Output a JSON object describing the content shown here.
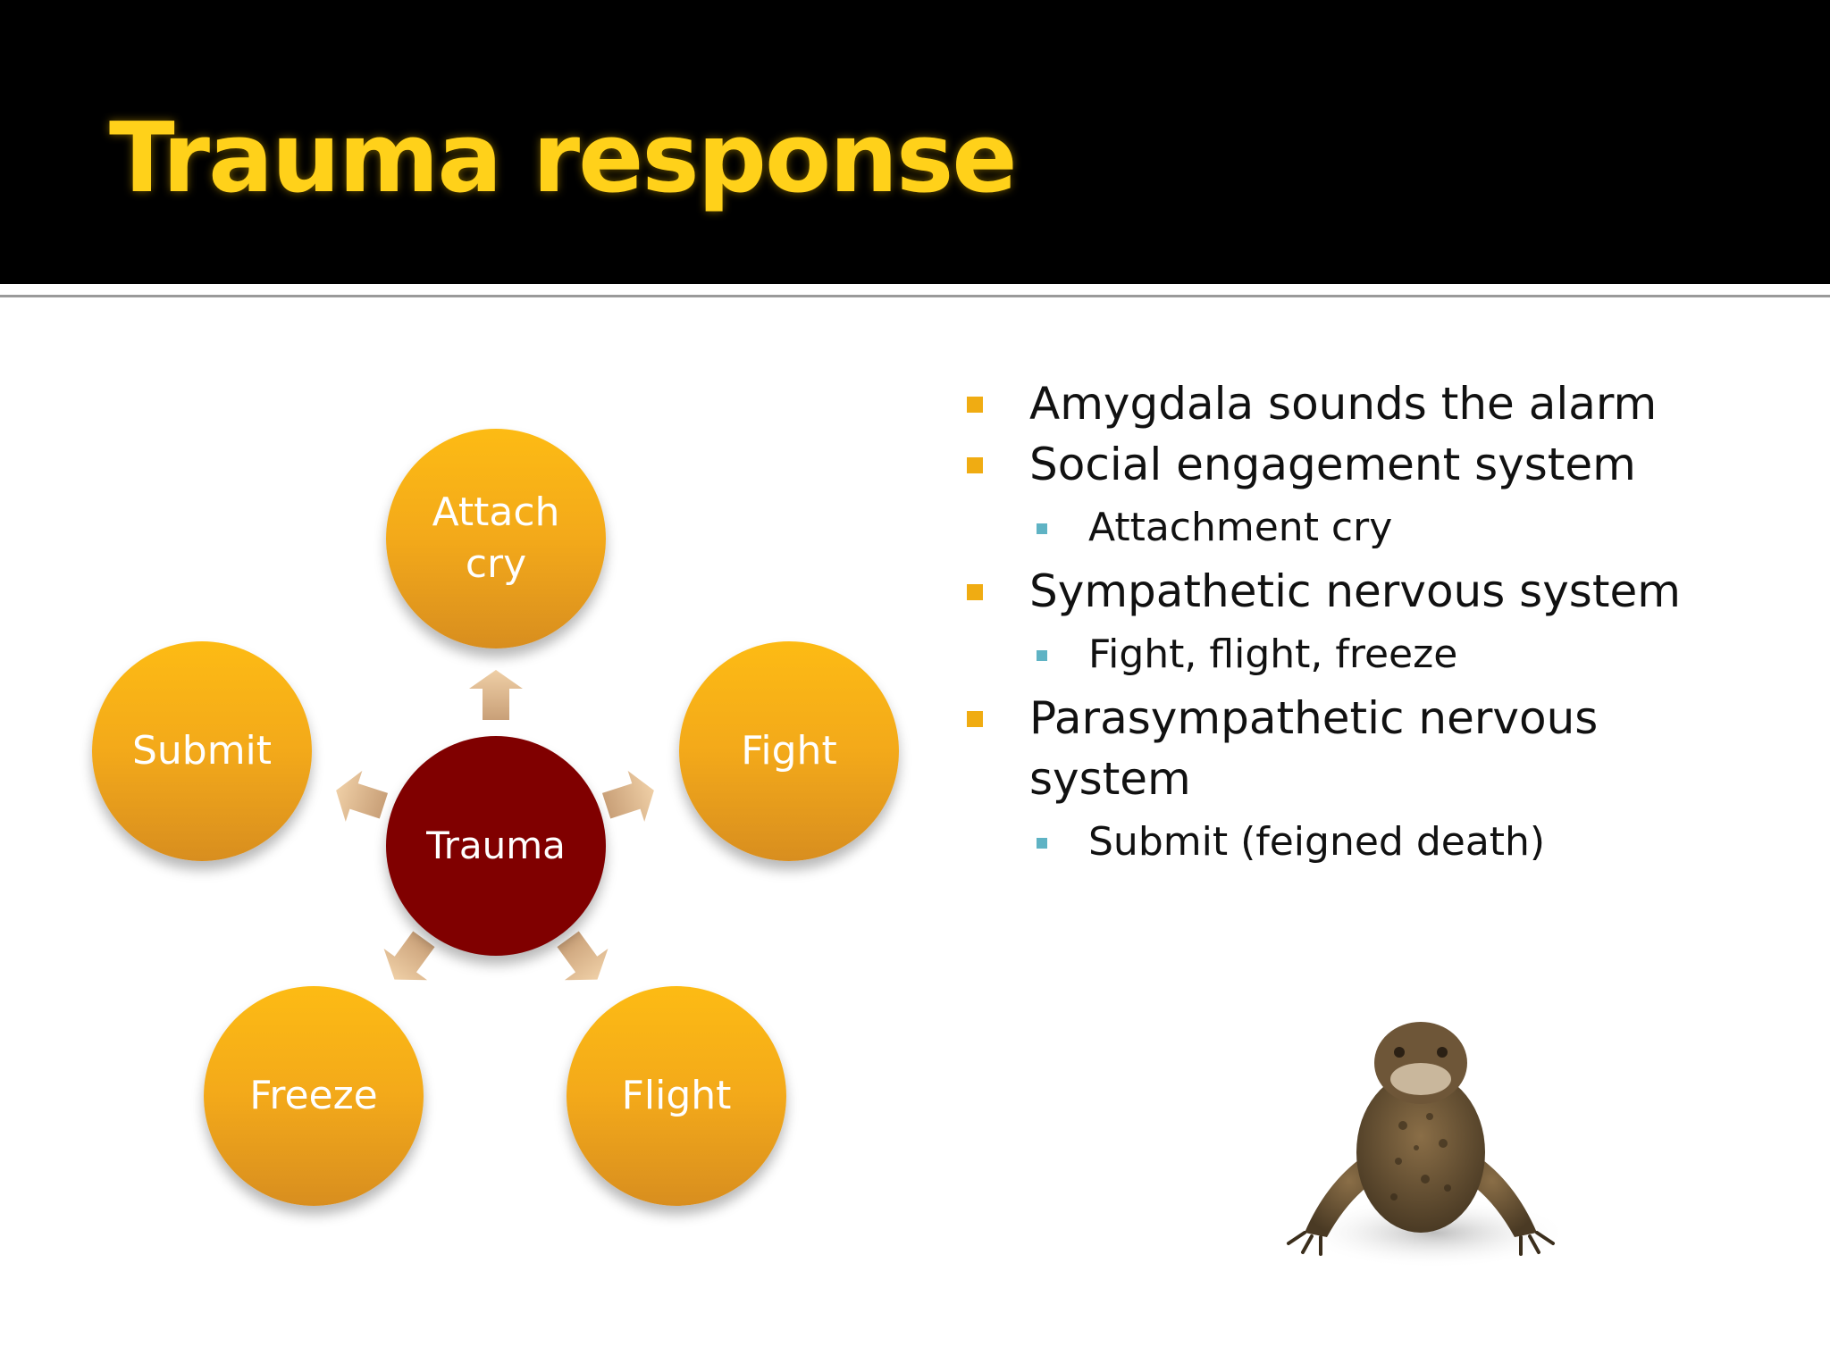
{
  "slide": {
    "title": "Trauma response"
  },
  "diagram": {
    "center": "Trauma",
    "nodes": [
      {
        "label": "Attach\ncry"
      },
      {
        "label": "Fight"
      },
      {
        "label": "Flight"
      },
      {
        "label": "Freeze"
      },
      {
        "label": "Submit"
      }
    ]
  },
  "bullets": [
    {
      "text": "Amygdala sounds the alarm",
      "sub": []
    },
    {
      "text": "Social engagement system",
      "sub": [
        "Attachment cry"
      ]
    },
    {
      "text": "Sympathetic nervous system",
      "sub": [
        "Fight, flight, freeze"
      ]
    },
    {
      "text": "Parasympathetic nervous system",
      "sub": [
        "Submit (feigned death)"
      ]
    }
  ],
  "colors": {
    "header_bg": "#000000",
    "title": "#ffd11a",
    "node_fill": "#f3a91a",
    "center_fill": "#800000",
    "bullet_marker": "#f0ac12",
    "sub_bullet_marker": "#5fb3c4",
    "arrow_fill": "#ddb68c"
  }
}
